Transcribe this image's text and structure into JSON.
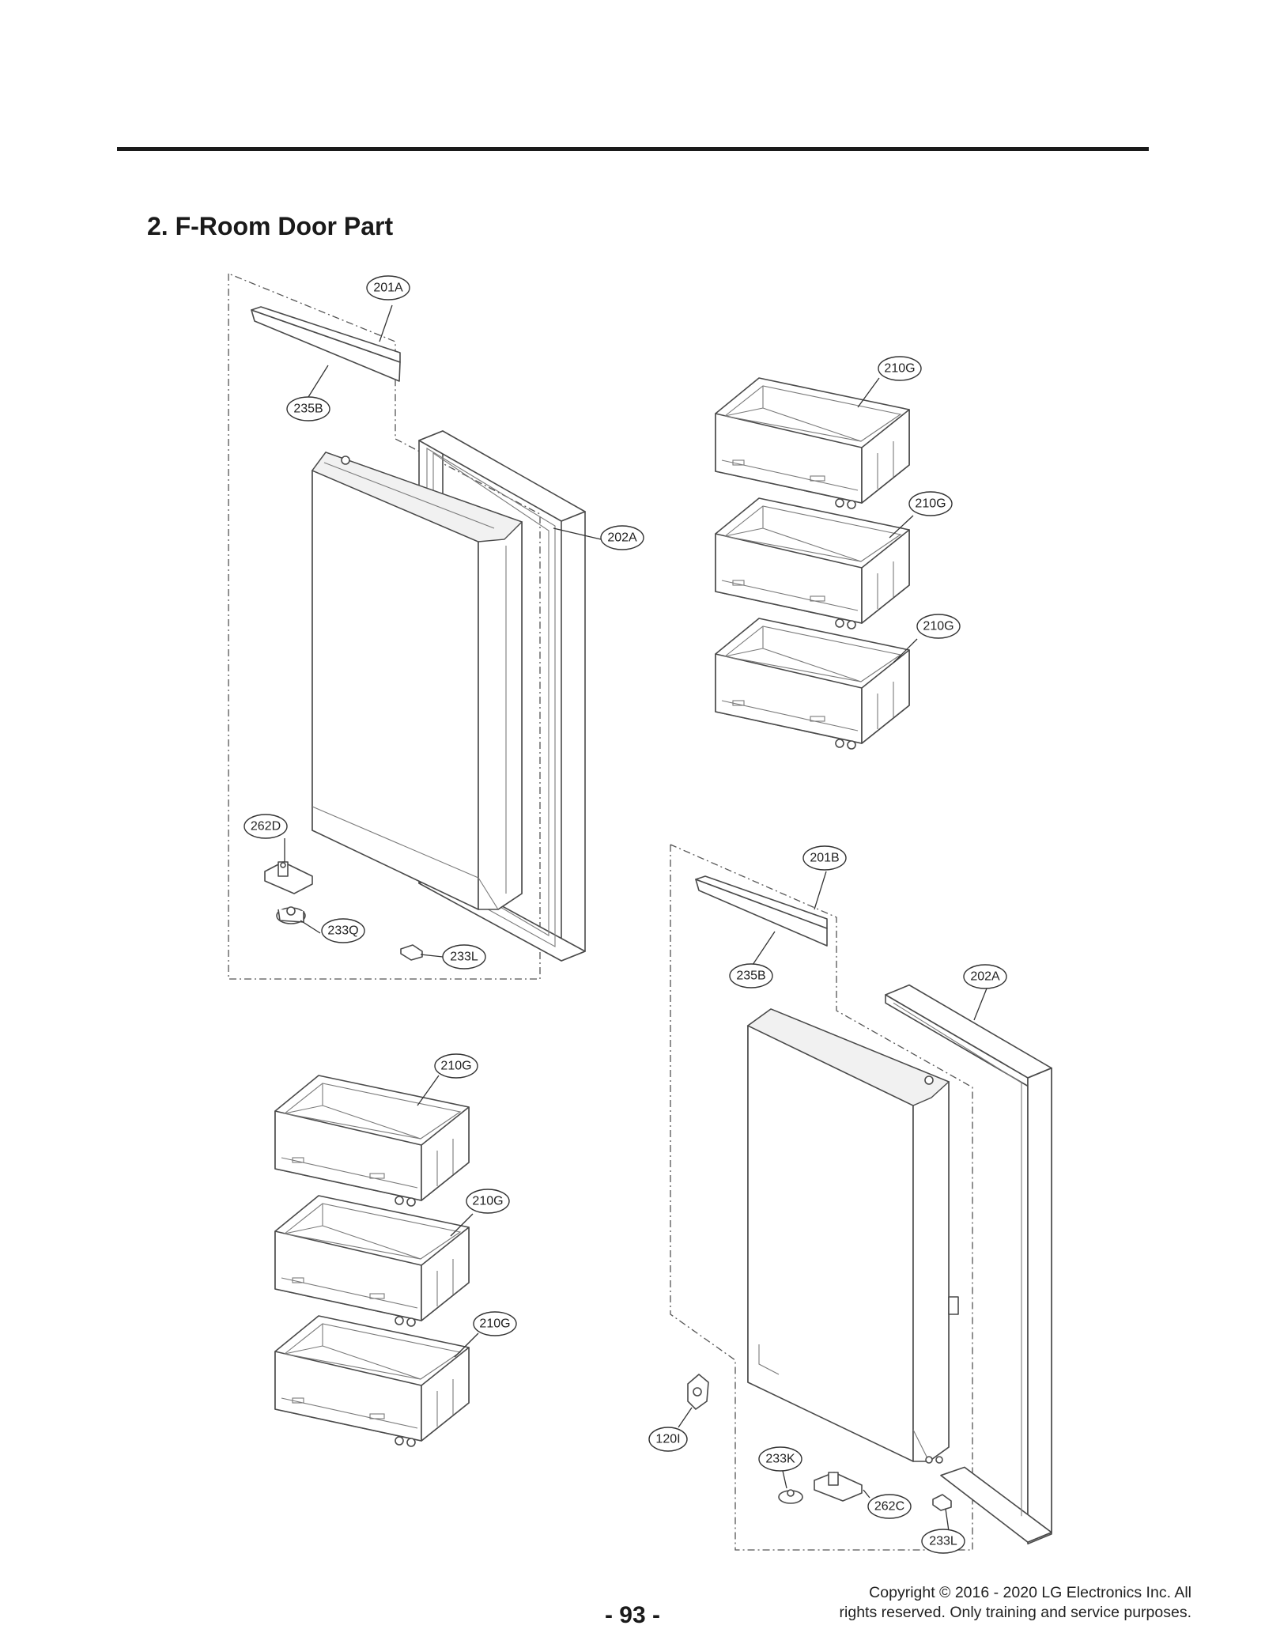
{
  "page": {
    "section_title": "2. F-Room Door Part",
    "page_number": "- 93 -",
    "copyright_line1": "Copyright © 2016 - 2020 LG Electronics Inc. All",
    "copyright_line2": "rights reserved. Only training and service purposes."
  },
  "callouts": {
    "c201A": "201A",
    "c235B_top": "235B",
    "c202A_top": "202A",
    "c262D": "262D",
    "c233Q": "233Q",
    "c233L_top": "233L",
    "c210G_r1": "210G",
    "c210G_r2": "210G",
    "c210G_r3": "210G",
    "c201B": "201B",
    "c235B_bottom": "235B",
    "c202A_bottom": "202A",
    "c210G_l1": "210G",
    "c210G_l2": "210G",
    "c210G_l3": "210G",
    "c120I": "120I",
    "c233K": "233K",
    "c262C": "262C",
    "c233L_bottom": "233L"
  },
  "icons": {
    "door_panel": "door-panel-icon",
    "gasket": "door-gasket-icon",
    "bin": "door-bin-icon",
    "hinge": "hinge-icon"
  },
  "colors": {
    "line": "#4a4a4a",
    "rule": "#1a1a1a",
    "background": "#ffffff"
  }
}
